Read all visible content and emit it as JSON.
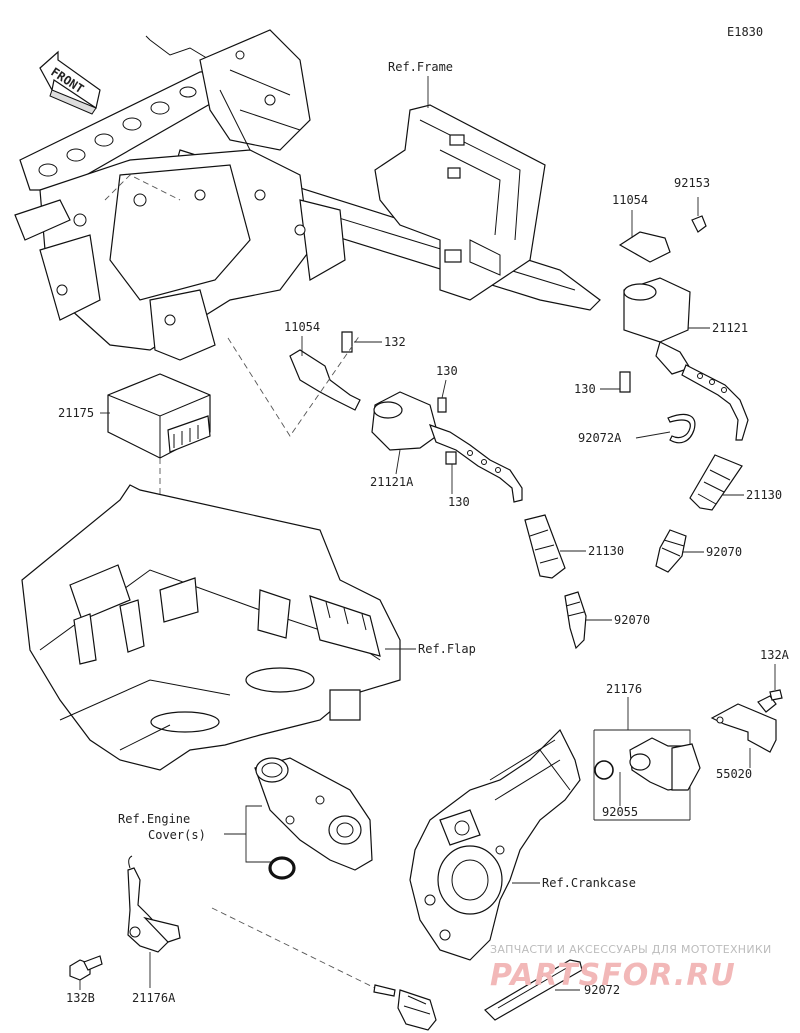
{
  "diagram_code": "E1830",
  "front_label": "FRONT",
  "refs": {
    "frame": "Ref.Frame",
    "flap": "Ref.Flap",
    "engine_cover_1": "Ref.Engine",
    "engine_cover_2": "Cover(s)",
    "crankcase": "Ref.Crankcase"
  },
  "parts": {
    "p92153": "92153",
    "p11054_top": "11054",
    "p21121": "21121",
    "p130_right": "130",
    "p92072A": "92072A",
    "p21130_right": "21130",
    "p92070_right": "92070",
    "p11054_mid": "11054",
    "p132": "132",
    "p130_mid_top": "130",
    "p21121A": "21121A",
    "p130_mid_bottom": "130",
    "p21130_mid": "21130",
    "p92070_mid": "92070",
    "p21175": "21175",
    "p132A": "132A",
    "p21176": "21176",
    "p55020": "55020",
    "p92055": "92055",
    "p92072": "92072",
    "p132B": "132B",
    "p21176A": "21176A"
  },
  "watermark": {
    "line1": "ЗАПЧАСТИ И АКСЕССУАРЫ ДЛЯ МОТОТЕХНИКИ",
    "line2": "PARTSFOR.RU"
  }
}
